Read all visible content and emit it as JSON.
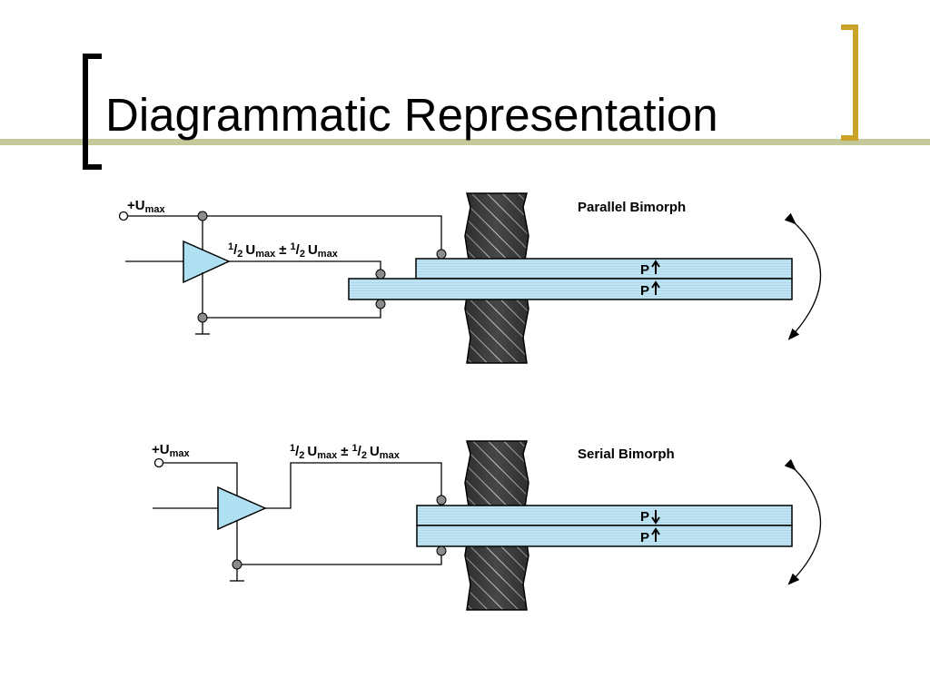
{
  "slide": {
    "title": "Diagrammatic Representation"
  },
  "diagram": {
    "parallel": {
      "name": "Parallel Bimorph",
      "supply": {
        "main": "+U",
        "sub": "max"
      },
      "drive": {
        "n1": "1",
        "d1": "2",
        "u1": "U",
        "s1": "max",
        "op": "±",
        "n2": "1",
        "d2": "2",
        "u2": "U",
        "s2": "max"
      },
      "layer1_pol": "P",
      "layer2_pol": "P"
    },
    "serial": {
      "name": "Serial Bimorph",
      "supply": {
        "main": "+U",
        "sub": "max"
      },
      "drive": {
        "n1": "1",
        "d1": "2",
        "u1": "U",
        "s1": "max",
        "op": "±",
        "n2": "1",
        "d2": "2",
        "u2": "U",
        "s2": "max"
      },
      "layer1_pol": "P",
      "layer2_pol": "P"
    },
    "colors": {
      "accent": "#c9a227",
      "olive_bar": "#c5c999",
      "layer_fill": "#bfe4f4",
      "amp_fill": "#aee0f2",
      "wall_fill": "#3a3a3a",
      "node_fill": "#8c8c8c"
    }
  }
}
